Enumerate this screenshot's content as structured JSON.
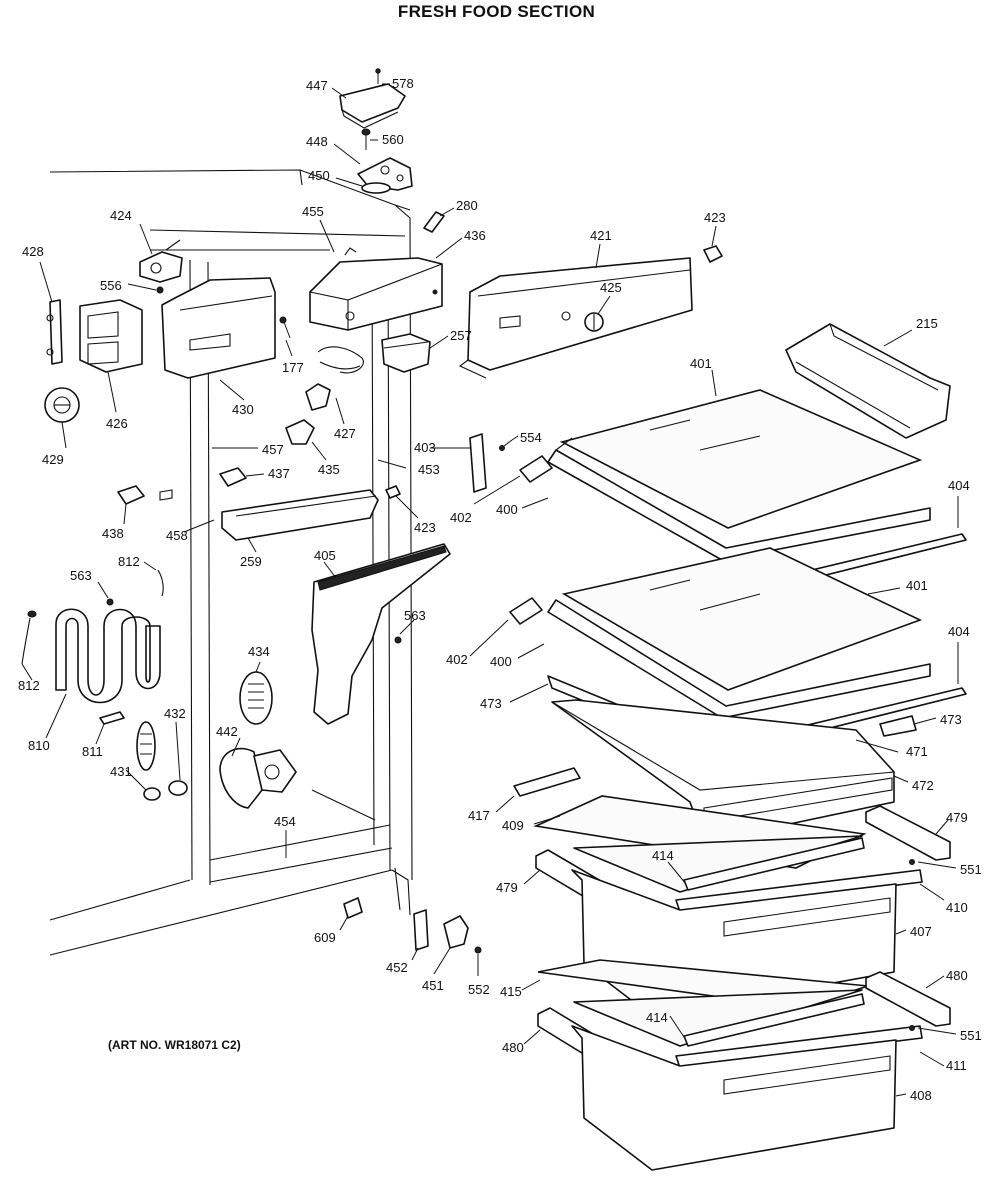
{
  "title": "FRESH FOOD SECTION",
  "art_number": "(ART NO. WR18071 C2)",
  "part_labels": {
    "p447": "447",
    "p578": "578",
    "p448": "448",
    "p560": "560",
    "p450": "450",
    "p280": "280",
    "p455": "455",
    "p436": "436",
    "p421": "421",
    "p423a": "423",
    "p424": "424",
    "p428": "428",
    "p556": "556",
    "p425": "425",
    "p215": "215",
    "p257": "257",
    "p177": "177",
    "p426": "426",
    "p430": "430",
    "p401a": "401",
    "p429": "429",
    "p427": "427",
    "p403": "403",
    "p554": "554",
    "p457": "457",
    "p435": "435",
    "p437": "437",
    "p453": "453",
    "p404a": "404",
    "p438": "438",
    "p458": "458",
    "p402a": "402",
    "p400a": "400",
    "p423b": "423",
    "p259": "259",
    "p812a": "812",
    "p405": "405",
    "p401b": "401",
    "p563a": "563",
    "p563b": "563",
    "p404b": "404",
    "p812b": "812",
    "p434": "434",
    "p402b": "402",
    "p400b": "400",
    "p473a": "473",
    "p810": "810",
    "p432": "432",
    "p811": "811",
    "p442": "442",
    "p473b": "473",
    "p471": "471",
    "p431": "431",
    "p472": "472",
    "p417": "417",
    "p409": "409",
    "p454": "454",
    "p479a": "479",
    "p414a": "414",
    "p551a": "551",
    "p479b": "479",
    "p410": "410",
    "p407": "407",
    "p609": "609",
    "p452": "452",
    "p480a": "480",
    "p451": "451",
    "p552": "552",
    "p415": "415",
    "p414b": "414",
    "p551b": "551",
    "p480b": "480",
    "p411": "411",
    "p408": "408"
  }
}
